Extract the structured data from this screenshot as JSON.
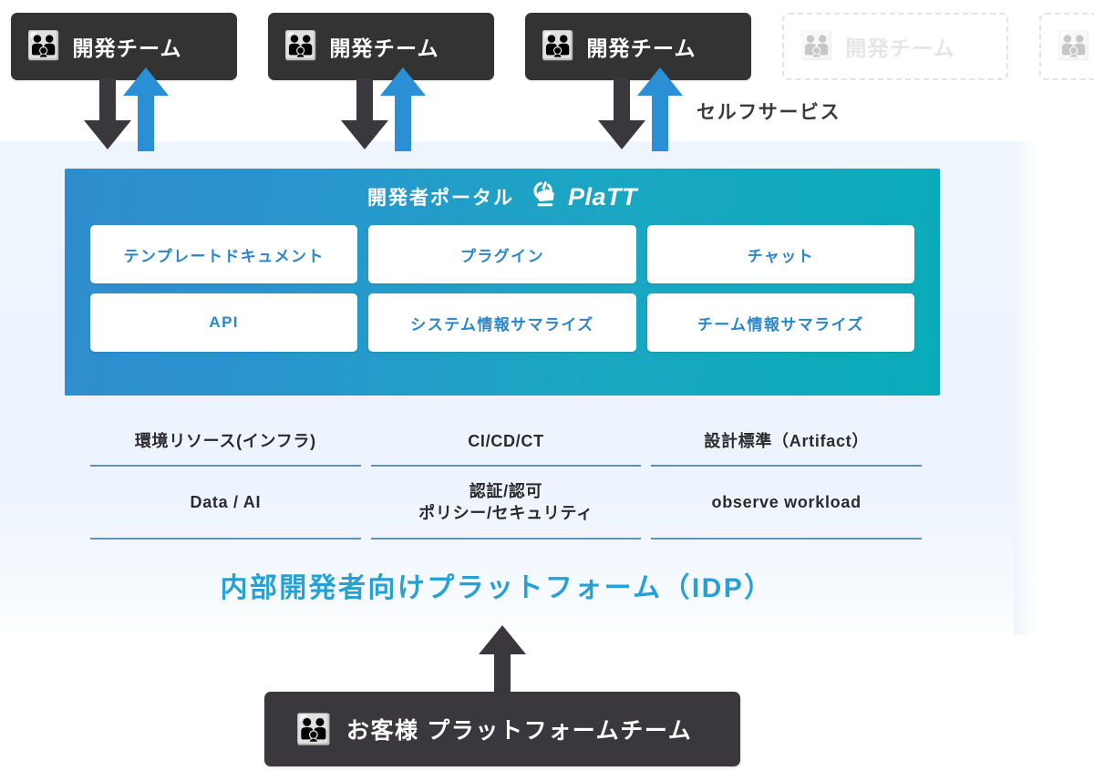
{
  "diagram": {
    "background_panel_label": "internal-developer-platform-background",
    "colors": {
      "dark_box": "#333333",
      "blue_arrow": "#2a8fd4",
      "dark_arrow": "#3a383c",
      "portal_gradient_start": "#2f8ccd",
      "portal_gradient_end": "#09abb9",
      "card_text": "#2b87c7",
      "idp_title": "#25a1d4",
      "underline": "#5b93bf",
      "panel_bg": "#eff5fd"
    }
  },
  "teams": [
    {
      "icon": "people-emoji",
      "label": "開発チーム",
      "state": "active"
    },
    {
      "icon": "people-emoji",
      "label": "開発チーム",
      "state": "active"
    },
    {
      "icon": "people-emoji",
      "label": "開発チーム",
      "state": "active"
    },
    {
      "icon": "people-emoji",
      "label": "開発チーム",
      "state": "ghost"
    },
    {
      "icon": "",
      "label": "",
      "state": "ghost-partial"
    }
  ],
  "self_service": {
    "label": "セルフサービス"
  },
  "arrows": {
    "down_label": "down-arrow-to-platform",
    "up_label": "up-arrow-from-platform",
    "bottom_up_label": "up-arrow-from-customer-team"
  },
  "portal": {
    "title": "開発者ポータル",
    "brand": "PlaTT",
    "logo_icon": "hand-press-button-icon",
    "cards": [
      {
        "label": "テンプレートドキュメント"
      },
      {
        "label": "プラグイン"
      },
      {
        "label": "チャット"
      },
      {
        "label": "API"
      },
      {
        "label": "システム情報サマライズ"
      },
      {
        "label": "チーム情報サマライズ"
      }
    ]
  },
  "capabilities": {
    "row1": [
      {
        "label": "環境リソース(インフラ)"
      },
      {
        "label": "CI/CD/CT"
      },
      {
        "label": "設計標準（Artifact）"
      }
    ],
    "row2": [
      {
        "label": "Data / AI",
        "sub": ""
      },
      {
        "label": "認証/認可",
        "sub": "ポリシー/セキュリティ"
      },
      {
        "label": "observe workload",
        "sub": ""
      }
    ]
  },
  "idp": {
    "title": "内部開発者向けプラットフォーム（IDP）"
  },
  "customer": {
    "icon": "people-emoji",
    "label": "お客様 プラットフォームチーム"
  }
}
